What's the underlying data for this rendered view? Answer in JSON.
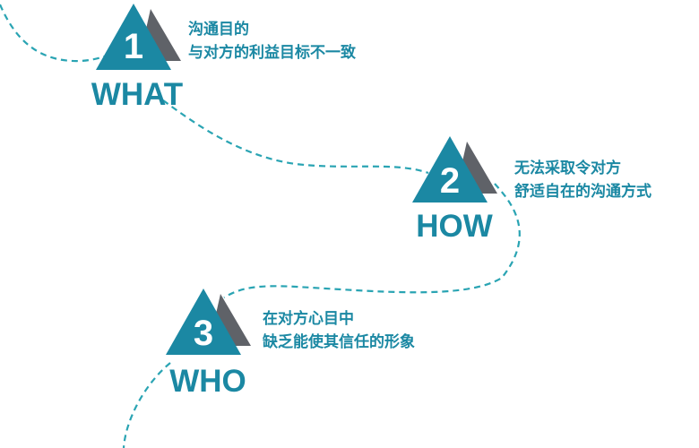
{
  "colors": {
    "accent": "#1b88a3",
    "shadow": "#5f6268",
    "path": "#2aa4b3"
  },
  "steps": [
    {
      "number": "1",
      "keyword": "WHAT",
      "lines": [
        "沟通目的",
        "与对方的利益目标不一致"
      ]
    },
    {
      "number": "2",
      "keyword": "HOW",
      "lines": [
        "无法采取令对方",
        "舒适自在的沟通方式"
      ]
    },
    {
      "number": "3",
      "keyword": "WHO",
      "lines": [
        "在对方心目中",
        "缺乏能使其信任的形象"
      ]
    }
  ]
}
